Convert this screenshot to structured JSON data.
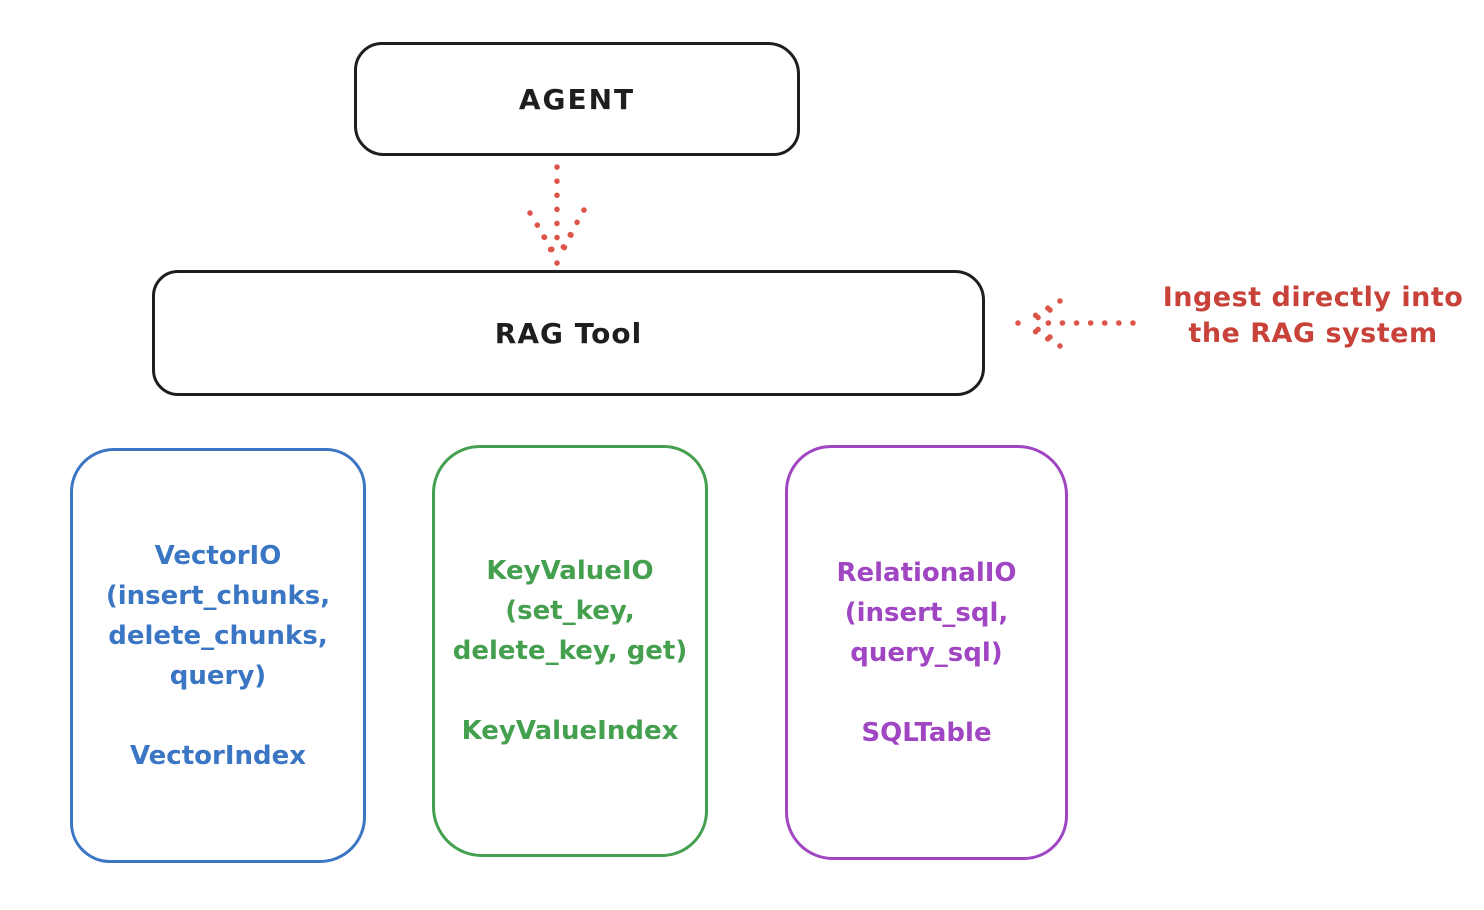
{
  "diagram": {
    "title_hint": "RAG Tool architecture sketch",
    "agent": {
      "label": "AGENT"
    },
    "rag_tool": {
      "label": "RAG Tool"
    },
    "annotation": {
      "line1": "Ingest directly into",
      "line2": "the RAG system",
      "color": "#c8423a"
    },
    "arrows": {
      "agent_to_rag_tool": {
        "direction": "down",
        "style": "dotted",
        "color": "#dd5449"
      },
      "ingest_into_rag": {
        "direction": "left",
        "style": "dotted",
        "color": "#dd5449"
      }
    },
    "provider_boxes": [
      {
        "id": "vector-io",
        "color": "#3b76c4",
        "lines": [
          "VectorIO",
          "(insert_chunks,",
          "delete_chunks,",
          "query)"
        ],
        "index_label": "VectorIndex"
      },
      {
        "id": "keyvalue-io",
        "color": "#44a04e",
        "lines": [
          "KeyValueIO",
          "(set_key,",
          "delete_key, get)"
        ],
        "index_label": "KeyValueIndex"
      },
      {
        "id": "relational-io",
        "color": "#a046c3",
        "lines": [
          "RelationalIO",
          "(insert_sql,",
          "query_sql)"
        ],
        "index_label": "SQLTable"
      }
    ],
    "colors": {
      "stroke_black": "#1e1e1e",
      "red": "#dd5449",
      "blue": "#3b76c4",
      "green": "#44a04e",
      "purple": "#a046c3",
      "background": "#ffffff"
    }
  }
}
